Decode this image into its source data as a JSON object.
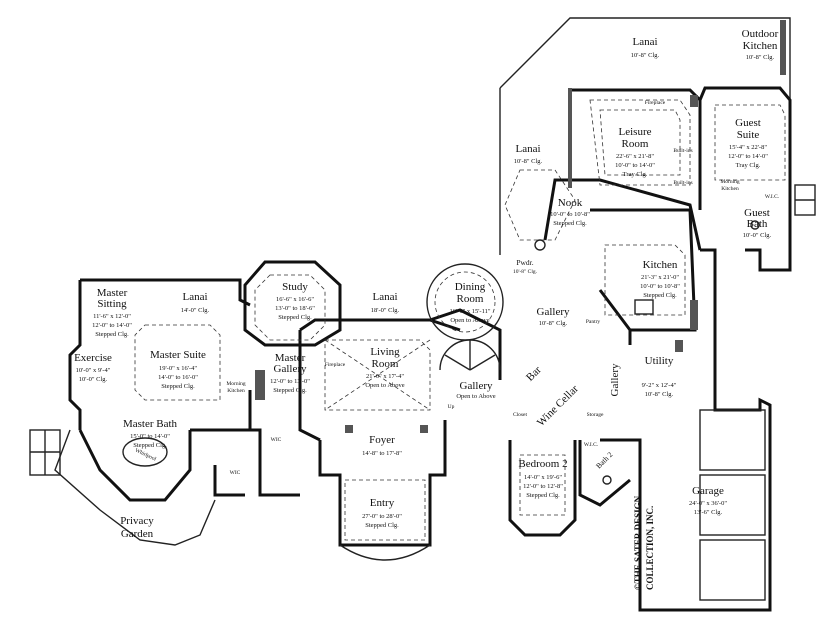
{
  "rooms": {
    "lanai_top": {
      "name": "Lanai",
      "dims": [
        "10'-8\" Clg."
      ]
    },
    "outdoor_kitchen": {
      "name": [
        "Outdoor",
        "Kitchen"
      ],
      "dims": [
        "10'-8\" Clg."
      ]
    },
    "lanai_left": {
      "name": "Lanai",
      "dims": [
        "10'-8\" Clg."
      ]
    },
    "leisure": {
      "name": [
        "Leisure",
        "Room"
      ],
      "dims": [
        "22'-6\" x 21'-8\"",
        "10'-0\" to 14'-0\"",
        "Tray Clg."
      ]
    },
    "guest_suite": {
      "name": [
        "Guest",
        "Suite"
      ],
      "dims": [
        "15'-4\" x 22'-8\"",
        "12'-0\" to 14'-0\"",
        "Tray Clg."
      ]
    },
    "nook": {
      "name": "Nook",
      "dims": [
        "10'-0\" to 10'-8\"",
        "Stepped Clg."
      ]
    },
    "guest_bath": {
      "name": [
        "Guest",
        "Bath"
      ],
      "dims": [
        "10'-0\" Clg."
      ]
    },
    "pwdr": {
      "name": "Pwdr.",
      "dims": [
        "10'-8\" Clg."
      ]
    },
    "kitchen": {
      "name": "Kitchen",
      "dims": [
        "21'-3\" x 21'-0\"",
        "10'-0\" to 10'-8\"",
        "Stepped Clg."
      ]
    },
    "dining": {
      "name": [
        "Dining",
        "Room"
      ],
      "dims": [
        "16'-6\" x 15'-11\"",
        "Open to Above"
      ]
    },
    "gallery_upper": {
      "name": "Gallery",
      "dims": [
        "10'-8\" Clg."
      ]
    },
    "study": {
      "name": "Study",
      "dims": [
        "16'-6\" x 16'-6\"",
        "13'-0\" to 18'-6\"",
        "Stepped Clg."
      ]
    },
    "lanai_mid": {
      "name": "Lanai",
      "dims": [
        "18'-0\" Clg."
      ]
    },
    "lanai_master": {
      "name": "Lanai",
      "dims": [
        "14'-0\" Clg."
      ]
    },
    "master_sitting": {
      "name": [
        "Master",
        "Sitting"
      ],
      "dims": [
        "11'-6\" x 12'-0\"",
        "12'-0\" to 14'-0\"",
        "Stepped Clg."
      ]
    },
    "master_suite": {
      "name": "Master Suite",
      "dims": [
        "19'-0\" x 16'-4\"",
        "14'-0\" to 16'-0\"",
        "Stepped Clg."
      ]
    },
    "exercise": {
      "name": "Exercise",
      "dims": [
        "10'-0\" x 9'-4\"",
        "10'-0\" Clg."
      ]
    },
    "master_gallery": {
      "name": [
        "Master",
        "Gallery"
      ],
      "dims": [
        "12'-0\" to 13'-0\"",
        "Stepped Clg."
      ]
    },
    "living": {
      "name": [
        "Living",
        "Room"
      ],
      "dims": [
        "21'-0\" x 17'-4\"",
        "Open to Above"
      ]
    },
    "gallery_center": {
      "name": "Gallery",
      "dims": [
        "Open to Above"
      ]
    },
    "bar": {
      "name": "Bar"
    },
    "wine_cellar": {
      "name": "Wine Cellar"
    },
    "gallery_right": {
      "name": "Gallery"
    },
    "utility": {
      "name": "Utility",
      "dims": [
        "9'-2\" x 12'-4\"",
        "10'-8\" Clg."
      ]
    },
    "pantry": {
      "name": "Pantry"
    },
    "master_bath": {
      "name": "Master Bath",
      "dims": [
        "15'-0\" to 14'-0\"",
        "Stepped Clg."
      ]
    },
    "foyer": {
      "name": "Foyer",
      "dims": [
        "14'-8\" to 17'-8\""
      ]
    },
    "bedroom2": {
      "name": "Bedroom 2",
      "dims": [
        "14'-0\" x 19'-6\"",
        "12'-0\" to 12'-8\"",
        "Stepped Clg."
      ]
    },
    "bath2": {
      "name": "Bath 2"
    },
    "garage": {
      "name": "Garage",
      "dims": [
        "24'-0\" x 36'-0\"",
        "13'-6\" Clg."
      ]
    },
    "entry": {
      "name": "Entry",
      "dims": [
        "27'-0\" to 28'-0\"",
        "Stepped Clg."
      ]
    },
    "privacy_garden": {
      "name": [
        "Privacy",
        "Garden"
      ]
    }
  },
  "labels": {
    "fireplace": "Fireplace",
    "builtins": "Built-ins",
    "morning_kitchen_guest": [
      "Morning",
      "Kitchen"
    ],
    "morning_kitchen_master": [
      "Morning",
      "Kitchen"
    ],
    "wic1": "WIC",
    "wic2": "WIC",
    "wic3": "W.I.C.",
    "wic4": "W.I.C.",
    "closet": "Closet",
    "storage": "Storage",
    "whirlpool": "Whirlpool",
    "up": "Up"
  },
  "copyright": [
    "©THE SATER DESIGN",
    "COLLECTION, INC."
  ]
}
